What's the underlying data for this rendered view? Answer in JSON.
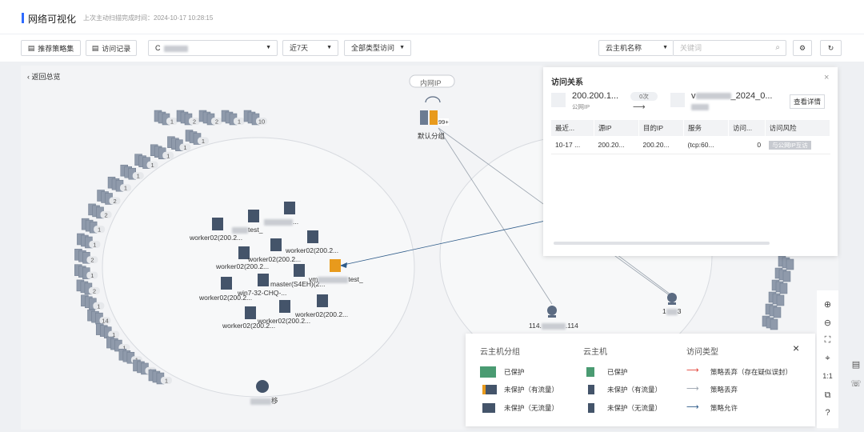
{
  "header": {
    "title": "网络可视化",
    "scan_label": "上次主动扫描完成时间：",
    "scan_time": "2024-10-17 10:28:15"
  },
  "toolbar": {
    "recommend_label": "推荐策略集",
    "access_label": "访问记录",
    "host_select_value": "C",
    "range_value": "近7天",
    "type_value": "全部类型访问",
    "search_field_value": "云主机名称",
    "search_placeholder": "关键词"
  },
  "canvas": {
    "back_label": "返回总览",
    "intranet_label": "内网IP",
    "default_group_label": "默认分组",
    "default_group_badge": "99+",
    "cluster_counts": [
      "1",
      "2",
      "2",
      "1",
      "10",
      "1",
      "1",
      "1",
      "1",
      "1",
      "1",
      "2",
      "2",
      "1",
      "1",
      "2",
      "1",
      "2",
      "1",
      "14",
      "1",
      "1",
      "1",
      "1",
      "1"
    ],
    "nodes": [
      "worker02(200.2...",
      "worker02(200.2...",
      "worker02(200.2...",
      "worker02(200.2...",
      "worker02(200.2...",
      "master(S4EH)(2...",
      "win7-32-CHQ-...",
      "worker02(200.2...",
      "worker02(200.2...",
      "worker02(200.2...",
      "test_",
      "test_",
      "vm",
      "test_",
      "...",
      "移"
    ],
    "ip_left": "114.",
    "ip_left_tail": ".114",
    "ip_right": "1",
    "ip_right_tail": "3"
  },
  "panel": {
    "title": "访问关系",
    "src_ip": "200.200.1...",
    "src_type": "公网IP",
    "count": "0次",
    "dst_name_prefix": "v",
    "dst_name_suffix": "_2024_0...",
    "detail_btn": "查看详情",
    "columns": [
      "最近...",
      "源IP",
      "目的IP",
      "服务",
      "访问...",
      "访问风险"
    ],
    "rows": [
      [
        "10-17 ...",
        "200.20...",
        "200.20...",
        "(tcp:60...",
        "0",
        "与公网IP互访"
      ]
    ]
  },
  "legend": {
    "group_title": "云主机分组",
    "host_title": "云主机",
    "type_title": "访问类型",
    "protected": "已保护",
    "unprot_flow": "未保护（有流量）",
    "unprot_noflow": "未保护（无流量）",
    "drop_suspect": "策略丢弃（存在疑似误封）",
    "drop": "策略丢弃",
    "allow": "策略允许",
    "color_drop_suspect": "#e4463c",
    "color_drop": "#9aa3ae",
    "color_allow": "#2f5c8a"
  },
  "tools": {
    "one_to_one": "1:1"
  }
}
